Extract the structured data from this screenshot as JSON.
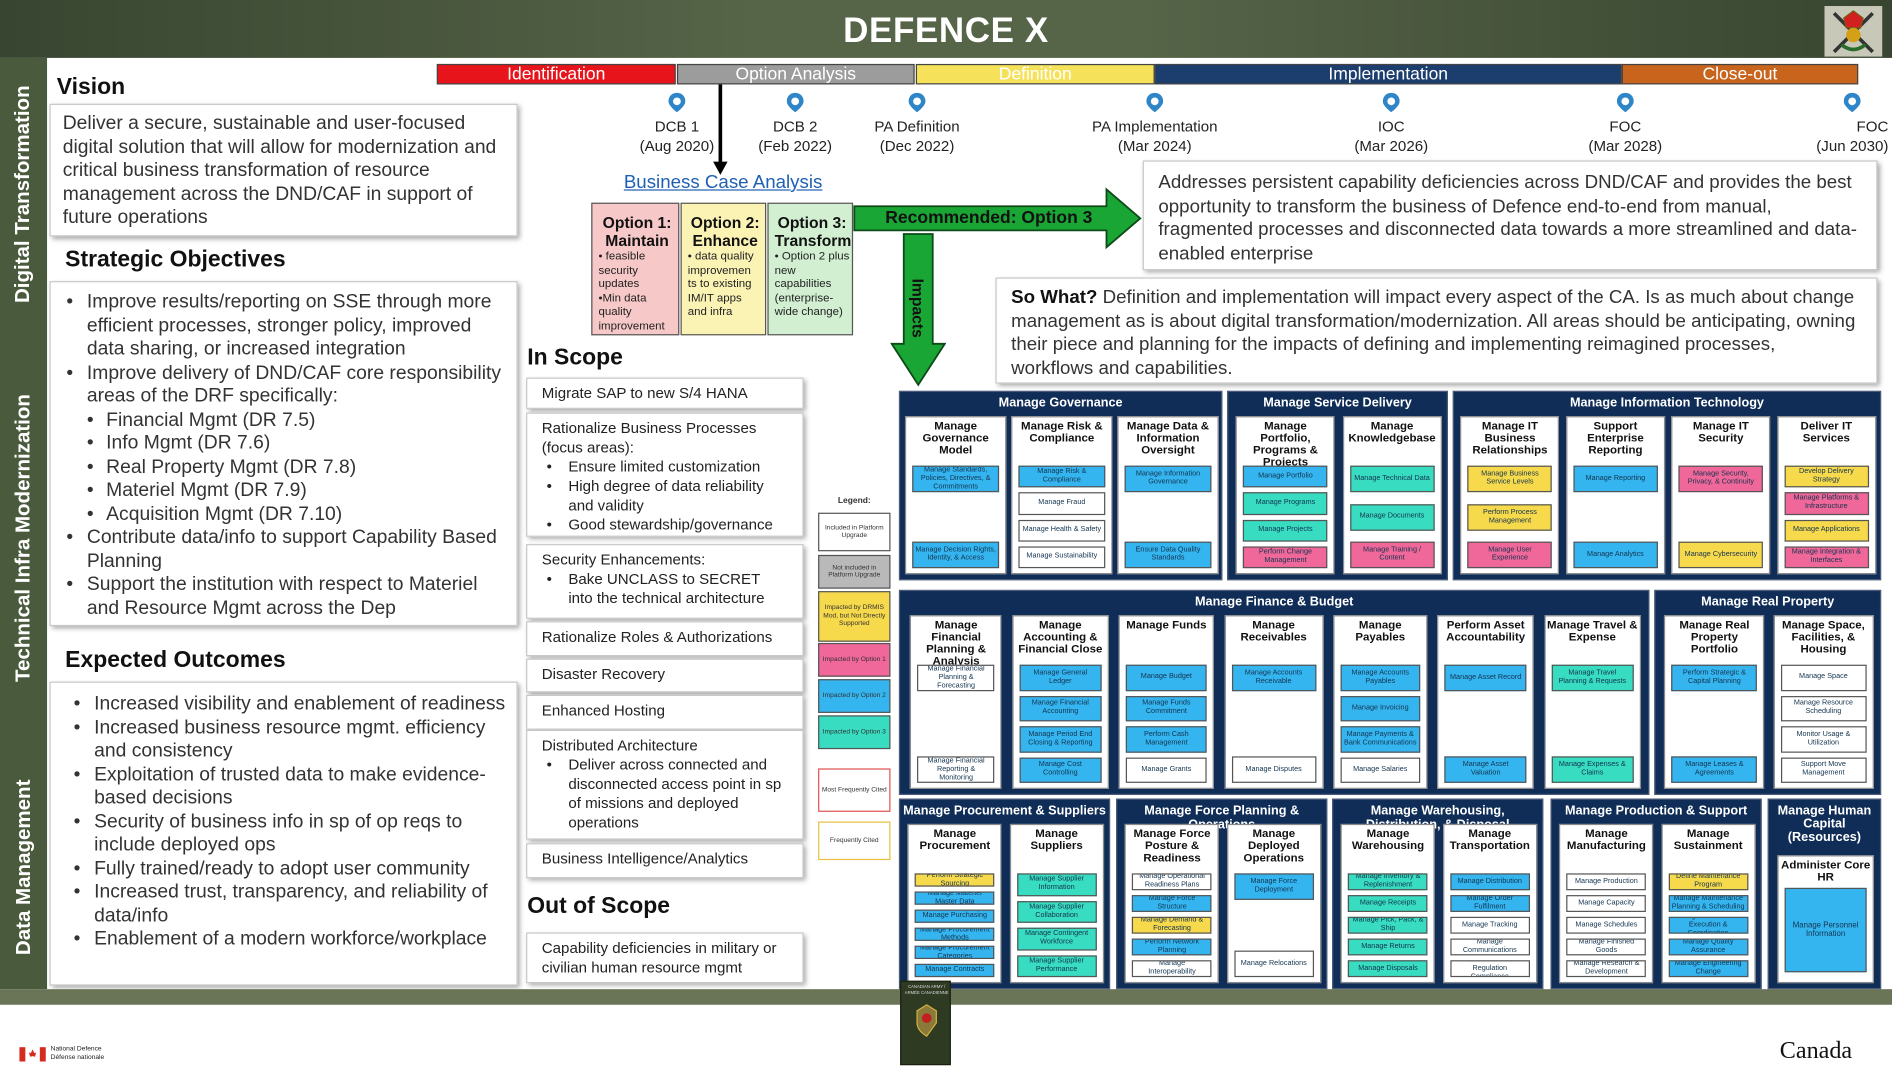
{
  "header": {
    "title": "DEFENCE X"
  },
  "sidebar": [
    "Digital Transformation",
    "Technical Infra Modernization",
    "Data Management"
  ],
  "vision": {
    "heading": "Vision",
    "text": "Deliver a secure, sustainable and user-focused digital solution that will allow for modernization and critical business transformation of resource management across the DND/CAF in support of future operations"
  },
  "objectives": {
    "heading": "Strategic Objectives",
    "items": [
      {
        "text": "Improve results/reporting on SSE through more efficient processes, stronger policy, improved data sharing, or increased integration",
        "level": 0
      },
      {
        "text": "Improve delivery of DND/CAF core responsibility areas of the DRF specifically:",
        "level": 0
      },
      {
        "text": "Financial Mgmt (DR 7.5)",
        "level": 1
      },
      {
        "text": "Info Mgmt (DR 7.6)",
        "level": 1
      },
      {
        "text": "Real Property Mgmt (DR 7.8)",
        "level": 1
      },
      {
        "text": "Materiel Mgmt (DR 7.9)",
        "level": 1
      },
      {
        "text": "Acquisition Mgmt (DR 7.10)",
        "level": 1
      },
      {
        "text": "Contribute data/info to support Capability Based Planning",
        "level": 0
      },
      {
        "text": "Support the institution with respect to Materiel and Resource Mgmt across the Dep",
        "level": 0
      }
    ]
  },
  "outcomes": {
    "heading": "Expected Outcomes",
    "items": [
      "Increased visibility and enablement of readiness",
      "Increased business resource mgmt. efficiency and consistency",
      "Exploitation of trusted data to make evidence-based decisions",
      "Security of business info in sp of op reqs to include deployed ops",
      "Fully trained/ready to adopt user community",
      "Increased trust, transparency, and reliability of data/info",
      "Enablement of a modern workforce/workplace"
    ]
  },
  "timeline": {
    "phases": [
      {
        "label": "Identification",
        "color": "#e8141b"
      },
      {
        "label": "Option Analysis",
        "color": "#9c9c9c"
      },
      {
        "label": "Definition",
        "color": "#f5e15a"
      },
      {
        "label": "Implementation",
        "color": "#1c3e6e"
      },
      {
        "label": "Close-out",
        "color": "#c8641c"
      }
    ],
    "milestones": [
      {
        "name": "DCB 1",
        "date": "(Aug 2020)"
      },
      {
        "name": "DCB 2",
        "date": "(Feb 2022)"
      },
      {
        "name": "PA Definition",
        "date": "(Dec 2022)"
      },
      {
        "name": "PA Implementation",
        "date": "(Mar 2024)"
      },
      {
        "name": "IOC",
        "date": "(Mar 2026)"
      },
      {
        "name": "FOC",
        "date": "(Mar 2028)"
      },
      {
        "name": "FOC",
        "date": "(Jun 2030)"
      }
    ],
    "pin_color": "#2e86c8"
  },
  "business_case": {
    "link": "Business Case Analysis",
    "recommended": "Recommended: Option 3",
    "impacts": "Impacts"
  },
  "options": [
    {
      "title": "Option 1: Maintain",
      "points": [
        "• feasible security updates",
        "•Min data quality improvement"
      ],
      "color": "#f7c8c8"
    },
    {
      "title": "Option 2: Enhance",
      "points": [
        "• data quality improvemen ts to existing IM/IT apps and infra"
      ],
      "color": "#fbf3b4"
    },
    {
      "title": "Option 3: Transform",
      "points": [
        "• Option 2 plus new capabilities (enterprise-wide change)"
      ],
      "color": "#d2efd2"
    }
  ],
  "addresses": "Addresses persistent capability deficiencies across DND/CAF and provides the best opportunity to transform the business of Defence end-to-end from manual, fragmented processes and disconnected data towards a more streamlined and data-enabled enterprise",
  "sowhat": {
    "label": "So What?",
    "text": " Definition and implementation will impact every aspect of the CA. Is as much about change management as is about digital transformation/modernization.  All areas should be anticipating, owning their piece and planning for the impacts of defining and implementing reimagined processes, workflows and capabilities."
  },
  "in_scope": {
    "heading": "In Scope",
    "items": [
      {
        "title": "Migrate SAP to new S/4 HANA",
        "points": []
      },
      {
        "title": "Rationalize Business Processes (focus areas):",
        "points": [
          "Ensure limited customization",
          "High degree of data reliability and validity",
          "Good stewardship/governance"
        ]
      },
      {
        "title": "Security Enhancements:",
        "points": [
          "Bake UNCLASS to SECRET into the technical architecture"
        ]
      },
      {
        "title": "Rationalize Roles & Authorizations",
        "points": []
      },
      {
        "title": "Disaster Recovery",
        "points": []
      },
      {
        "title": "Enhanced Hosting",
        "points": []
      },
      {
        "title": "Distributed Architecture",
        "points": [
          "Deliver across connected and disconnected access point in sp of missions and deployed operations"
        ]
      },
      {
        "title": "Business Intelligence/Analytics",
        "points": []
      }
    ]
  },
  "out_scope": {
    "heading": "Out of Scope",
    "items": [
      "Capability deficiencies in military or civilian human resource mgmt"
    ]
  },
  "legend": {
    "title": "Legend:",
    "items": [
      {
        "label": "Included in Platform Upgrade",
        "color": "#ffffff"
      },
      {
        "label": "Not included in Platform Upgrade",
        "color": "#b9b9b9"
      },
      {
        "label": "Impacted by DRMIS Mod, but Not Directly Supported",
        "color": "#f7d94c"
      },
      {
        "label": "Impacted by Option 1",
        "color": "#f0679a"
      },
      {
        "label": "Impacted by Option 2",
        "color": "#35b5f0"
      },
      {
        "label": "Impacted by Option 3",
        "color": "#38dcc0"
      },
      {
        "label": "Most Frequently Cited",
        "color": "#ffffff"
      },
      {
        "label": "Frequently Cited",
        "color": "#ffffff"
      }
    ]
  },
  "capability_groups": [
    {
      "title": "Manage Governance",
      "cols": [
        {
          "title": "Manage Governance Model",
          "tiles": [
            {
              "t": "Manage Standards, Policies, Directives, & Commitments",
              "c": "blue"
            },
            {
              "t": "Manage Decision Rights, Identity, & Access",
              "c": "blue"
            }
          ]
        },
        {
          "title": "Manage Risk & Compliance",
          "tiles": [
            {
              "t": "Manage Risk & Compliance",
              "c": "blue"
            },
            {
              "t": "Manage Fraud",
              "c": "white"
            },
            {
              "t": "Manage Health & Safety",
              "c": "white"
            },
            {
              "t": "Manage Sustainability",
              "c": "white"
            }
          ]
        },
        {
          "title": "Manage Data & Information Oversight",
          "tiles": [
            {
              "t": "Manage Information Governance",
              "c": "blue"
            },
            {
              "t": "Ensure Data Quality Standards",
              "c": "blue"
            }
          ]
        }
      ]
    },
    {
      "title": "Manage Service Delivery",
      "cols": [
        {
          "title": "Manage Portfolio, Programs & Projects",
          "tiles": [
            {
              "t": "Manage Portfolio",
              "c": "blue"
            },
            {
              "t": "Manage Programs",
              "c": "teal"
            },
            {
              "t": "Manage Projects",
              "c": "teal"
            },
            {
              "t": "Perform Change Management",
              "c": "pink"
            }
          ]
        },
        {
          "title": "Manage Knowledgebase",
          "tiles": [
            {
              "t": "Manage Technical Data",
              "c": "teal"
            },
            {
              "t": "Manage Documents",
              "c": "teal"
            },
            {
              "t": "Manage Training / Content",
              "c": "pink"
            }
          ]
        }
      ]
    },
    {
      "title": "Manage Information Technology",
      "cols": [
        {
          "title": "Manage IT Business Relationships",
          "tiles": [
            {
              "t": "Manage Business Service Levels",
              "c": "yellow"
            },
            {
              "t": "Perform Process Management",
              "c": "yellow"
            },
            {
              "t": "Manage User Experience",
              "c": "pink"
            }
          ]
        },
        {
          "title": "Support Enterprise Reporting",
          "tiles": [
            {
              "t": "Manage Reporting",
              "c": "blue"
            },
            {
              "t": "Manage Analytics",
              "c": "blue"
            }
          ]
        },
        {
          "title": "Manage IT Security",
          "tiles": [
            {
              "t": "Manage Security, Privacy, & Continuity",
              "c": "pink"
            },
            {
              "t": "Manage Cybersecurity",
              "c": "yellow"
            }
          ]
        },
        {
          "title": "Deliver IT Services",
          "tiles": [
            {
              "t": "Develop Delivery Strategy",
              "c": "yellow"
            },
            {
              "t": "Manage Platforms & Infrastructure",
              "c": "pink"
            },
            {
              "t": "Manage Applications",
              "c": "yellow"
            },
            {
              "t": "Manage Integration & Interfaces",
              "c": "pink"
            }
          ]
        }
      ]
    },
    {
      "title": "Manage Finance & Budget",
      "cols": [
        {
          "title": "Manage Financial Planning & Analysis",
          "tiles": [
            {
              "t": "Manage Financial Planning & Forecasting",
              "c": "white"
            },
            {
              "t": "Manage Financial Reporting & Monitoring",
              "c": "white"
            }
          ]
        },
        {
          "title": "Manage Accounting & Financial Close",
          "tiles": [
            {
              "t": "Manage General Ledger",
              "c": "blue"
            },
            {
              "t": "Manage Financial Accounting",
              "c": "blue"
            },
            {
              "t": "Manage Period End Closing & Reporting",
              "c": "blue"
            },
            {
              "t": "Manage Cost Controlling",
              "c": "blue"
            }
          ]
        },
        {
          "title": "Manage Funds",
          "tiles": [
            {
              "t": "Manage Budget",
              "c": "blue"
            },
            {
              "t": "Manage Funds Commitment",
              "c": "blue"
            },
            {
              "t": "Perform Cash Management",
              "c": "blue"
            },
            {
              "t": "Manage Grants",
              "c": "white"
            }
          ]
        },
        {
          "title": "Manage Receivables",
          "tiles": [
            {
              "t": "Manage Accounts Receivable",
              "c": "blue"
            },
            {
              "t": "Manage Disputes",
              "c": "white"
            }
          ]
        },
        {
          "title": "Manage Payables",
          "tiles": [
            {
              "t": "Manage Accounts Payables",
              "c": "blue"
            },
            {
              "t": "Manage Invoicing",
              "c": "blue"
            },
            {
              "t": "Manage Payments & Bank Communications",
              "c": "blue"
            },
            {
              "t": "Manage Salaries",
              "c": "white"
            }
          ]
        },
        {
          "title": "Perform Asset Accountability",
          "tiles": [
            {
              "t": "Manage Asset Record",
              "c": "blue"
            },
            {
              "t": "Manage Asset Valuation",
              "c": "blue"
            }
          ]
        },
        {
          "title": "Manage Travel & Expense",
          "tiles": [
            {
              "t": "Manage Travel Planning & Requests",
              "c": "teal"
            },
            {
              "t": "Manage Expenses & Claims",
              "c": "teal"
            }
          ]
        }
      ]
    },
    {
      "title": "Manage Real Property",
      "cols": [
        {
          "title": "Manage Real Property Portfolio",
          "tiles": [
            {
              "t": "Perform Strategic & Capital Planning",
              "c": "blue"
            },
            {
              "t": "Manage Leases & Agreements",
              "c": "blue"
            }
          ]
        },
        {
          "title": "Manage Space, Facilities, & Housing",
          "tiles": [
            {
              "t": "Manage Space",
              "c": "white"
            },
            {
              "t": "Manage Resource Scheduling",
              "c": "white"
            },
            {
              "t": "Monitor Usage & Utilization",
              "c": "white"
            },
            {
              "t": "Support Move Management",
              "c": "white"
            }
          ]
        }
      ]
    },
    {
      "title": "Manage Procurement & Suppliers",
      "cols": [
        {
          "title": "Manage Procurement",
          "tiles": [
            {
              "t": "Perform Strategic Sourcing",
              "c": "yellow"
            },
            {
              "t": "Manage Materiel Master Data",
              "c": "blue"
            },
            {
              "t": "Manage Purchasing",
              "c": "blue"
            },
            {
              "t": "Manage Procurement Methods",
              "c": "blue"
            },
            {
              "t": "Manage Procurement Categories",
              "c": "blue"
            },
            {
              "t": "Manage Contracts",
              "c": "blue"
            }
          ]
        },
        {
          "title": "Manage Suppliers",
          "tiles": [
            {
              "t": "Manage Supplier Information",
              "c": "teal"
            },
            {
              "t": "Manage Supplier Collaboration",
              "c": "teal"
            },
            {
              "t": "Manage Contingent Workforce",
              "c": "teal"
            },
            {
              "t": "Manage Supplier Performance",
              "c": "teal"
            }
          ]
        }
      ]
    },
    {
      "title": "Manage Force Planning & Operations",
      "cols": [
        {
          "title": "Manage Force Posture & Readiness",
          "tiles": [
            {
              "t": "Manage Operational Readiness Plans",
              "c": "white"
            },
            {
              "t": "Manage Force Structure",
              "c": "blue"
            },
            {
              "t": "Manage Demand & Forecasting",
              "c": "yellow"
            },
            {
              "t": "Perform Network Planning",
              "c": "blue"
            },
            {
              "t": "Manage Interoperability",
              "c": "white"
            }
          ]
        },
        {
          "title": "Manage Deployed Operations",
          "tiles": [
            {
              "t": "Manage Force Deployment",
              "c": "blue"
            },
            {
              "t": "Manage Relocations",
              "c": "white"
            }
          ]
        }
      ]
    },
    {
      "title": "Manage Warehousing, Distribution, & Disposal",
      "cols": [
        {
          "title": "Manage Warehousing",
          "tiles": [
            {
              "t": "Manage Inventory & Replenishment",
              "c": "teal"
            },
            {
              "t": "Manage Receipts",
              "c": "teal"
            },
            {
              "t": "Manage Pick, Pack, & Ship",
              "c": "teal"
            },
            {
              "t": "Manage Returns",
              "c": "teal"
            },
            {
              "t": "Manage Disposals",
              "c": "teal"
            }
          ]
        },
        {
          "title": "Manage Transportation",
          "tiles": [
            {
              "t": "Manage Distribution",
              "c": "blue"
            },
            {
              "t": "Manage Order Fulfilment",
              "c": "blue"
            },
            {
              "t": "Manage Tracking",
              "c": "white"
            },
            {
              "t": "Manage Communications",
              "c": "white"
            },
            {
              "t": "Ensure Trade Regulation Compliance",
              "c": "white"
            }
          ]
        }
      ]
    },
    {
      "title": "Manage Production & Support",
      "cols": [
        {
          "title": "Manage Manufacturing",
          "tiles": [
            {
              "t": "Manage Production",
              "c": "white"
            },
            {
              "t": "Manage Capacity",
              "c": "white"
            },
            {
              "t": "Manage Schedules",
              "c": "white"
            },
            {
              "t": "Manage Finished Goods",
              "c": "white"
            },
            {
              "t": "Manage Research & Development",
              "c": "white"
            }
          ]
        },
        {
          "title": "Manage Sustainment",
          "tiles": [
            {
              "t": "Define Maintenance Program",
              "c": "yellow"
            },
            {
              "t": "Manage Maintenance Planning & Scheduling",
              "c": "blue"
            },
            {
              "t": "Manage Maintenance Execution & Coordination",
              "c": "blue"
            },
            {
              "t": "Manage Quality Assurance",
              "c": "blue"
            },
            {
              "t": "Manage Engineering Change",
              "c": "blue"
            }
          ]
        }
      ]
    },
    {
      "title": "Manage Human Capital (Resources)",
      "cols": [
        {
          "title": "Administer Core HR",
          "tiles": [
            {
              "t": "Manage Personnel Information",
              "c": "blue"
            }
          ]
        }
      ]
    }
  ],
  "footer": {
    "left": "National Defence  Défense nationale",
    "center": "CANADIAN ARMY / ARMÉE CANADIENNE",
    "right": "Canada"
  }
}
